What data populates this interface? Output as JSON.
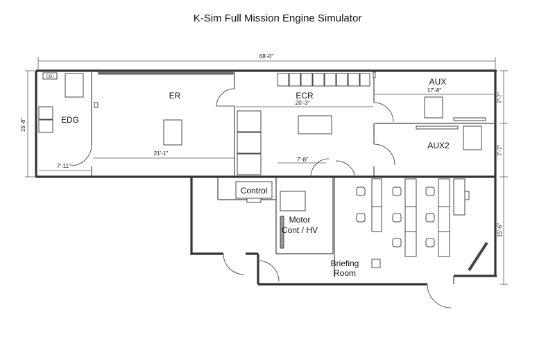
{
  "title": "K-Sim Full Mission Engine Simulator",
  "rooms": {
    "edg": "EDG",
    "er": "ER",
    "ecr": "ECR",
    "aux": "AUX",
    "aux2": "AUX2",
    "control": "Control",
    "motor_line1": "Motor",
    "motor_line2": "Cont / HV",
    "briefing_line1": "Briefing",
    "briefing_line2": "Room"
  },
  "dimensions": {
    "overall_width": "68'-0\"",
    "left_height": "15'-8\"",
    "edg_width": "7'-11\"",
    "er_width": "21'-1\"",
    "ecr_width": "20'-3\"",
    "ecr_lower": "7'-8\"",
    "aux_width": "17'-8\"",
    "aux_height": "7'-7\"",
    "aux2_height": "7'-7\"",
    "briefing_height": "15'-6\""
  },
  "labels": {
    "co2": "CO₂"
  }
}
